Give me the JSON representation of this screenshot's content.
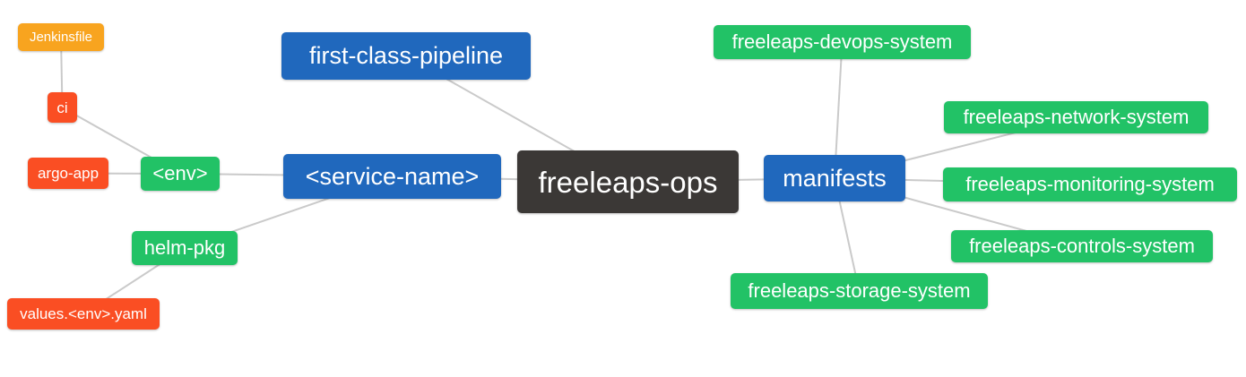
{
  "diagram": {
    "title": "freeleaps-ops mind map",
    "background": "#ffffff",
    "edge_color": "#cacaca",
    "palette": {
      "blue": "#2068bd",
      "green": "#22c266",
      "red": "#fa4e23",
      "orange": "#f8a41f",
      "dark": "#3b3836"
    },
    "nodes": {
      "freeleaps_ops": {
        "label": "freeleaps-ops",
        "color": "#3b3836"
      },
      "first_class_pipeline": {
        "label": "first-class-pipeline",
        "color": "#2068bd"
      },
      "service_name": {
        "label": "<service-name>",
        "color": "#2068bd"
      },
      "manifests": {
        "label": "manifests",
        "color": "#2068bd"
      },
      "env": {
        "label": "<env>",
        "color": "#22c266"
      },
      "helm_pkg": {
        "label": "helm-pkg",
        "color": "#22c266"
      },
      "ci": {
        "label": "ci",
        "color": "#fa4e23"
      },
      "argo_app": {
        "label": "argo-app",
        "color": "#fa4e23"
      },
      "values_env_yaml": {
        "label": "values.<env>.yaml",
        "color": "#fa4e23"
      },
      "jenkinsfile": {
        "label": "Jenkinsfile",
        "color": "#f8a41f"
      },
      "devops_system": {
        "label": "freeleaps-devops-system",
        "color": "#22c266"
      },
      "network_system": {
        "label": "freeleaps-network-system",
        "color": "#22c266"
      },
      "monitoring_system": {
        "label": "freeleaps-monitoring-system",
        "color": "#22c266"
      },
      "controls_system": {
        "label": "freeleaps-controls-system",
        "color": "#22c266"
      },
      "storage_system": {
        "label": "freeleaps-storage-system",
        "color": "#22c266"
      }
    },
    "edges": [
      [
        "freeleaps_ops",
        "first_class_pipeline"
      ],
      [
        "freeleaps_ops",
        "service_name"
      ],
      [
        "freeleaps_ops",
        "manifests"
      ],
      [
        "service_name",
        "env"
      ],
      [
        "service_name",
        "helm_pkg"
      ],
      [
        "env",
        "ci"
      ],
      [
        "env",
        "argo_app"
      ],
      [
        "ci",
        "jenkinsfile"
      ],
      [
        "helm_pkg",
        "values_env_yaml"
      ],
      [
        "manifests",
        "devops_system"
      ],
      [
        "manifests",
        "network_system"
      ],
      [
        "manifests",
        "monitoring_system"
      ],
      [
        "manifests",
        "controls_system"
      ],
      [
        "manifests",
        "storage_system"
      ]
    ]
  }
}
